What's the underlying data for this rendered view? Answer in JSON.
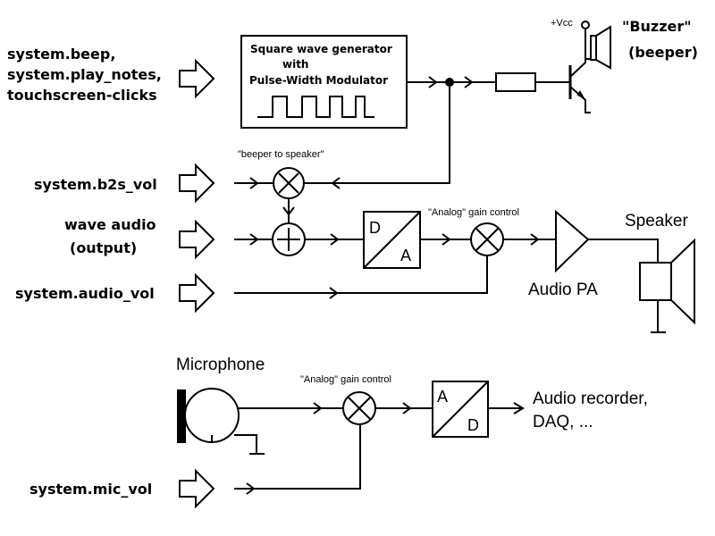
{
  "inputs": {
    "system_sound_lines": [
      "system.beep,",
      "system.play_notes,",
      "touchscreen-clicks"
    ],
    "b2s_vol": "system.b2s_vol",
    "wave_audio": [
      "wave audio",
      "(output)"
    ],
    "audio_vol": "system.audio_vol",
    "mic_vol": "system.mic_vol"
  },
  "generator": {
    "lines": [
      "Square wave generator",
      "with",
      "Pulse-Width Modulator"
    ]
  },
  "labels": {
    "vcc": "+Vcc",
    "buzzer": "\"Buzzer\"",
    "beeper": "(beeper)",
    "beeper_to_speaker": "\"beeper to speaker\"",
    "gain_control_output": "\"Analog\" gain control",
    "gain_control_input": "\"Analog\" gain control",
    "speaker": "Speaker",
    "audio_pa": "Audio PA",
    "microphone": "Microphone",
    "recorder": [
      "Audio recorder,",
      "DAQ, ..."
    ]
  },
  "converters": {
    "dac": {
      "top": "D",
      "bottom": "A"
    },
    "adc": {
      "top": "A",
      "bottom": "D"
    }
  }
}
